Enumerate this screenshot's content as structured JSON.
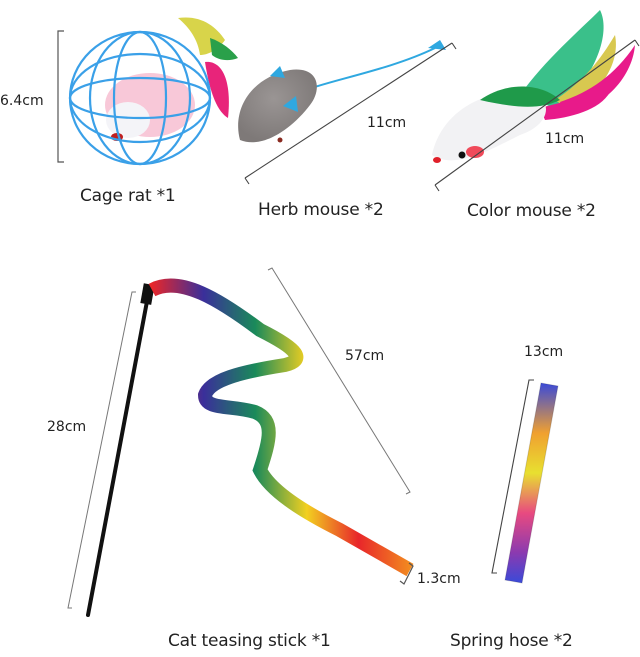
{
  "products": [
    {
      "name": "Cage rat",
      "quantity": "*1",
      "label": "Cage rat *1",
      "dimension": "6.4cm"
    },
    {
      "name": "Herb mouse",
      "quantity": "*2",
      "label": "Herb mouse *2",
      "dimension": "11cm"
    },
    {
      "name": "Color mouse",
      "quantity": "*2",
      "label": "Color mouse *2",
      "dimension": "11cm"
    },
    {
      "name": "Cat teasing stick",
      "quantity": "*1",
      "label": "Cat teasing stick *1",
      "dimensions": {
        "stick": "28cm",
        "ribbon_length": "57cm",
        "ribbon_width": "1.3cm"
      }
    },
    {
      "name": "Spring hose",
      "quantity": "*2",
      "label": "Spring hose *2",
      "dimension": "13cm"
    }
  ],
  "colors": {
    "background": "#ffffff",
    "text": "#222222",
    "dimension_line": "#555555",
    "cage_blue": "#3aa0e8",
    "mouse_gray": "#8a8584",
    "ear_blue": "#2fa8e0",
    "feather_green": "#1f9a4a",
    "feather_pink": "#e8247a",
    "feather_yellow": "#d8d44a"
  }
}
